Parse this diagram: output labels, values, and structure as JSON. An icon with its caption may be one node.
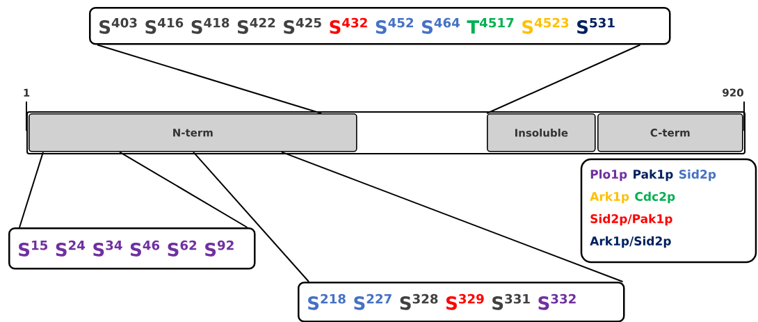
{
  "diagram": {
    "nodes": [
      {
        "text": [
          "S$^{403}$",
          "S$^{416}$",
          "S$^{418}$",
          "S$^{422}$",
          "S$^{425}$",
          "S$^{432}$",
          "S$^{452}$",
          "S$^{464}$",
          "T$^{4517}$",
          "S$^{4523}$",
          "S$^{531}$"
        ]
      },
      {
        "text": [],
        "shape": "bar"
      },
      {
        "text": [
          "N-term"
        ],
        "in": 1
      },
      {
        "text": [
          "Insoluble"
        ],
        "in": 1
      },
      {
        "text": [
          "C-term"
        ],
        "in": 1
      },
      {
        "text": [
          "S$^{15}$",
          "S$^{24}$",
          "S$^{34}$",
          "S$^{46}$",
          "S$^{62}$",
          "S$^{92}$"
        ]
      },
      {
        "text": [
          "S$^{218}$",
          "S$^{227}$",
          "S$^{328}$",
          "S$^{329}$",
          "S$^{331}$",
          "S$^{332}$"
        ]
      }
    ],
    "edges": [
      {
        "from": 0,
        "to": 2,
        "arrow": "none"
      },
      {
        "from": 0,
        "to": 3,
        "arrow": "none"
      },
      {
        "from": 2,
        "to": 5,
        "arrow": "none"
      },
      {
        "from": 2,
        "to": 5,
        "arrow": "none"
      },
      {
        "from": 2,
        "to": 6,
        "arrow": "none"
      },
      {
        "from": 2,
        "to": 6,
        "arrow": "none"
      }
    ],
    "labels": [
      "1",
      "920"
    ],
    "legend": [
      {
        "text": "Plo1p",
        "color": "#7030a0"
      },
      {
        "text": "Pak1p",
        "color": "#002060"
      },
      {
        "text": "Sid2p",
        "color": "#4472c4"
      },
      {
        "text": "Ark1p",
        "color": "#ffc000"
      },
      {
        "text": "Cdc2p",
        "color": "#00b050"
      },
      {
        "text": "Sid2p/Pak1p",
        "color": "#ff0000"
      },
      {
        "text": "Ark1p/Sid2p",
        "color": "#002060"
      }
    ]
  }
}
